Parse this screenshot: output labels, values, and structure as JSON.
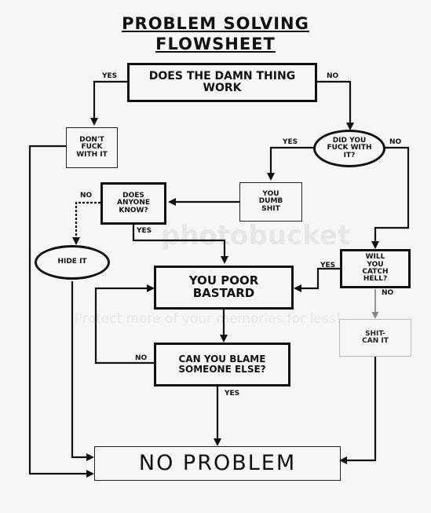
{
  "title": {
    "line1": "PROBLEM SOLVING",
    "line2": "FLOWSHEET"
  },
  "nodes": {
    "work": "DOES THE DAMN THING WORK",
    "dont": "DON'T FUCK WITH IT",
    "fuck": "DID YOU FUCK WITH IT?",
    "dumb": "YOU DUMB SHIT",
    "anyone": "DOES ANYONE KNOW?",
    "hide": "HIDE IT",
    "poor": "YOU POOR BASTARD",
    "hell": "WILL YOU CATCH HELL?",
    "shitcan": "SHIT-CAN IT",
    "blame": "CAN YOU BLAME SOMEONE ELSE?",
    "noproblem": "NO PROBLEM"
  },
  "labels": {
    "work_yes": "YES",
    "work_no": "NO",
    "fuck_yes": "YES",
    "fuck_no": "NO",
    "anyone_no": "NO",
    "anyone_yes": "YES",
    "hell_yes": "YES",
    "hell_no": "NO",
    "blame_no": "NO",
    "blame_yes": "YES"
  },
  "watermark": {
    "brand": "photobucket",
    "tagline": "Protect more of your memories for less!"
  }
}
